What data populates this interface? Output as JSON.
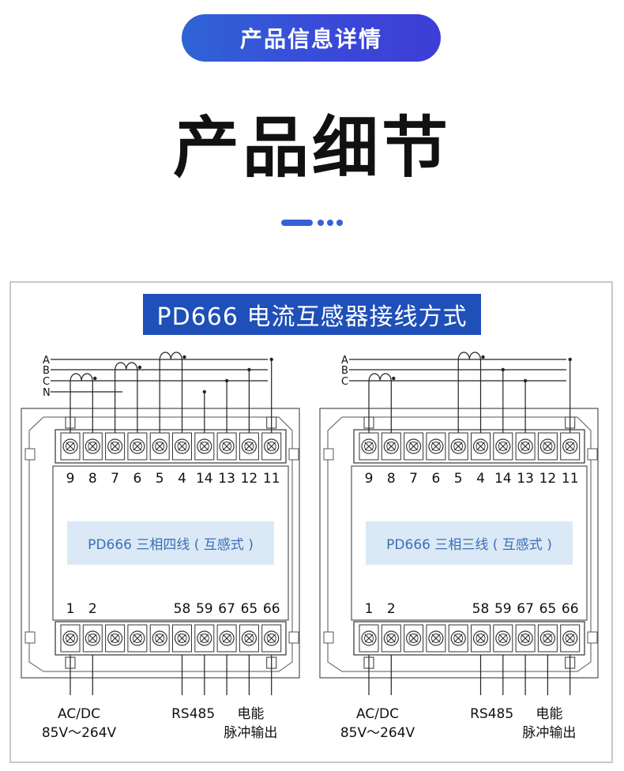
{
  "header": {
    "pill_label": "产品信息详情",
    "title": "产品细节"
  },
  "diagram": {
    "banner_title": "PD666 电流互感器接线方式",
    "panels": [
      {
        "id": "four-wire",
        "caption": "PD666 三相四线 ( 互感式 )",
        "phase_labels": [
          "A",
          "B",
          "C",
          "N"
        ],
        "top_terminal_numbers": [
          "9",
          "8",
          "7",
          "6",
          "5",
          "4",
          "14",
          "13",
          "12",
          "11"
        ],
        "bottom_terminal_numbers": [
          "1",
          "2",
          "",
          "",
          "",
          "58",
          "59",
          "67",
          "65",
          "66"
        ],
        "bottom_labels": {
          "power_line1": "AC/DC",
          "power_line2": "85V～264V",
          "rs485": "RS485",
          "pulse_line1": "电能",
          "pulse_line2": "脉冲输出"
        }
      },
      {
        "id": "three-wire",
        "caption": "PD666 三相三线 ( 互感式 )",
        "phase_labels": [
          "A",
          "B",
          "C"
        ],
        "top_terminal_numbers": [
          "9",
          "8",
          "7",
          "6",
          "5",
          "4",
          "14",
          "13",
          "12",
          "11"
        ],
        "bottom_terminal_numbers": [
          "1",
          "2",
          "",
          "",
          "",
          "58",
          "59",
          "67",
          "65",
          "66"
        ],
        "bottom_labels": {
          "power_line1": "AC/DC",
          "power_line2": "85V～264V",
          "rs485": "RS485",
          "pulse_line1": "电能",
          "pulse_line2": "脉冲输出"
        }
      }
    ]
  },
  "colors": {
    "banner_blue": "#1f4fb8",
    "accent_blue": "#3660d8",
    "caption_bg": "#dbe9f6",
    "caption_text": "#3a6fb6",
    "line": "#222222"
  }
}
